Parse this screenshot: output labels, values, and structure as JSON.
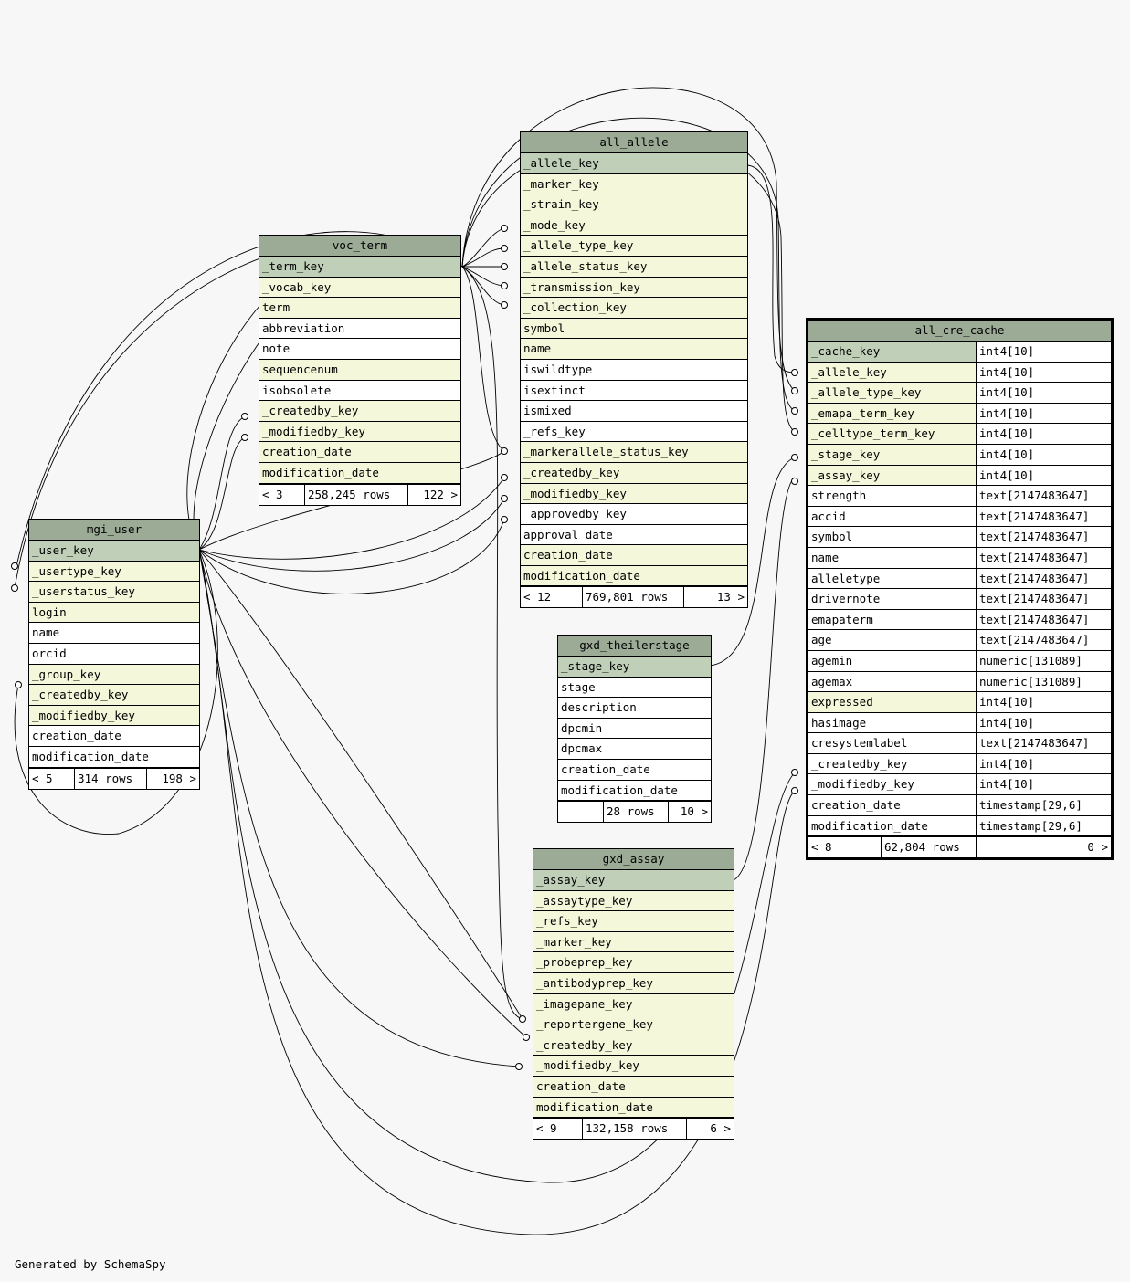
{
  "diagram": {
    "footer": "Generated by SchemaSpy",
    "tables": [
      {
        "id": "all_allele",
        "name": "all_allele",
        "columns": [
          {
            "name": "_allele_key",
            "kind": "pk"
          },
          {
            "name": "_marker_key",
            "kind": "fk"
          },
          {
            "name": "_strain_key",
            "kind": "fk"
          },
          {
            "name": "_mode_key",
            "kind": "fk"
          },
          {
            "name": "_allele_type_key",
            "kind": "fk"
          },
          {
            "name": "_allele_status_key",
            "kind": "fk"
          },
          {
            "name": "_transmission_key",
            "kind": "fk"
          },
          {
            "name": "_collection_key",
            "kind": "fk"
          },
          {
            "name": "symbol",
            "kind": "fk"
          },
          {
            "name": "name",
            "kind": "fk"
          },
          {
            "name": "iswildtype",
            "kind": "plain"
          },
          {
            "name": "isextinct",
            "kind": "plain"
          },
          {
            "name": "ismixed",
            "kind": "plain"
          },
          {
            "name": "_refs_key",
            "kind": "plain"
          },
          {
            "name": "_markerallele_status_key",
            "kind": "fk"
          },
          {
            "name": "_createdby_key",
            "kind": "fk"
          },
          {
            "name": "_modifiedby_key",
            "kind": "fk"
          },
          {
            "name": "_approvedby_key",
            "kind": "plain"
          },
          {
            "name": "approval_date",
            "kind": "plain"
          },
          {
            "name": "creation_date",
            "kind": "fk"
          },
          {
            "name": "modification_date",
            "kind": "fk"
          }
        ],
        "footer": [
          "< 12",
          "769,801 rows",
          "13 >"
        ]
      },
      {
        "id": "voc_term",
        "name": "voc_term",
        "columns": [
          {
            "name": "_term_key",
            "kind": "pk"
          },
          {
            "name": "_vocab_key",
            "kind": "fk"
          },
          {
            "name": "term",
            "kind": "fk"
          },
          {
            "name": "abbreviation",
            "kind": "plain"
          },
          {
            "name": "note",
            "kind": "plain"
          },
          {
            "name": "sequencenum",
            "kind": "fk"
          },
          {
            "name": "isobsolete",
            "kind": "plain"
          },
          {
            "name": "_createdby_key",
            "kind": "fk"
          },
          {
            "name": "_modifiedby_key",
            "kind": "fk"
          },
          {
            "name": "creation_date",
            "kind": "fk"
          },
          {
            "name": "modification_date",
            "kind": "fk"
          }
        ],
        "footer": [
          "< 3",
          "258,245 rows",
          "122 >"
        ]
      },
      {
        "id": "mgi_user",
        "name": "mgi_user",
        "columns": [
          {
            "name": "_user_key",
            "kind": "pk"
          },
          {
            "name": "_usertype_key",
            "kind": "fk"
          },
          {
            "name": "_userstatus_key",
            "kind": "fk"
          },
          {
            "name": "login",
            "kind": "fk"
          },
          {
            "name": "name",
            "kind": "plain"
          },
          {
            "name": "orcid",
            "kind": "plain"
          },
          {
            "name": "_group_key",
            "kind": "fk"
          },
          {
            "name": "_createdby_key",
            "kind": "fk"
          },
          {
            "name": "_modifiedby_key",
            "kind": "fk"
          },
          {
            "name": "creation_date",
            "kind": "plain"
          },
          {
            "name": "modification_date",
            "kind": "plain"
          }
        ],
        "footer": [
          "< 5",
          "314 rows",
          "198 >"
        ]
      },
      {
        "id": "gxd_theilerstage",
        "name": "gxd_theilerstage",
        "columns": [
          {
            "name": "_stage_key",
            "kind": "pk"
          },
          {
            "name": "stage",
            "kind": "plain"
          },
          {
            "name": "description",
            "kind": "plain"
          },
          {
            "name": "dpcmin",
            "kind": "plain"
          },
          {
            "name": "dpcmax",
            "kind": "plain"
          },
          {
            "name": "creation_date",
            "kind": "plain"
          },
          {
            "name": "modification_date",
            "kind": "plain"
          }
        ],
        "footer": [
          "",
          "28 rows",
          "10 >"
        ]
      },
      {
        "id": "gxd_assay",
        "name": "gxd_assay",
        "columns": [
          {
            "name": "_assay_key",
            "kind": "pk"
          },
          {
            "name": "_assaytype_key",
            "kind": "fk"
          },
          {
            "name": "_refs_key",
            "kind": "fk"
          },
          {
            "name": "_marker_key",
            "kind": "fk"
          },
          {
            "name": "_probeprep_key",
            "kind": "fk"
          },
          {
            "name": "_antibodyprep_key",
            "kind": "fk"
          },
          {
            "name": "_imagepane_key",
            "kind": "fk"
          },
          {
            "name": "_reportergene_key",
            "kind": "fk"
          },
          {
            "name": "_createdby_key",
            "kind": "fk"
          },
          {
            "name": "_modifiedby_key",
            "kind": "fk"
          },
          {
            "name": "creation_date",
            "kind": "fk"
          },
          {
            "name": "modification_date",
            "kind": "fk"
          }
        ],
        "footer": [
          "< 9",
          "132,158 rows",
          "6 >"
        ]
      },
      {
        "id": "all_cre_cache",
        "name": "all_cre_cache",
        "focus": true,
        "columns": [
          {
            "name": "_cache_key",
            "type": "int4[10]",
            "kind": "pk"
          },
          {
            "name": "_allele_key",
            "type": "int4[10]",
            "kind": "fk"
          },
          {
            "name": "_allele_type_key",
            "type": "int4[10]",
            "kind": "fk"
          },
          {
            "name": "_emapa_term_key",
            "type": "int4[10]",
            "kind": "fk"
          },
          {
            "name": "_celltype_term_key",
            "type": "int4[10]",
            "kind": "fk"
          },
          {
            "name": "_stage_key",
            "type": "int4[10]",
            "kind": "fk"
          },
          {
            "name": "_assay_key",
            "type": "int4[10]",
            "kind": "fk"
          },
          {
            "name": "strength",
            "type": "text[2147483647]",
            "kind": "plain"
          },
          {
            "name": "accid",
            "type": "text[2147483647]",
            "kind": "plain"
          },
          {
            "name": "symbol",
            "type": "text[2147483647]",
            "kind": "plain"
          },
          {
            "name": "name",
            "type": "text[2147483647]",
            "kind": "plain"
          },
          {
            "name": "alleletype",
            "type": "text[2147483647]",
            "kind": "plain"
          },
          {
            "name": "drivernote",
            "type": "text[2147483647]",
            "kind": "plain"
          },
          {
            "name": "emapaterm",
            "type": "text[2147483647]",
            "kind": "plain"
          },
          {
            "name": "age",
            "type": "text[2147483647]",
            "kind": "plain"
          },
          {
            "name": "agemin",
            "type": "numeric[131089]",
            "kind": "plain"
          },
          {
            "name": "agemax",
            "type": "numeric[131089]",
            "kind": "plain"
          },
          {
            "name": "expressed",
            "type": "int4[10]",
            "kind": "fk"
          },
          {
            "name": "hasimage",
            "type": "int4[10]",
            "kind": "plain"
          },
          {
            "name": "cresystemlabel",
            "type": "text[2147483647]",
            "kind": "plain"
          },
          {
            "name": "_createdby_key",
            "type": "int4[10]",
            "kind": "plain"
          },
          {
            "name": "_modifiedby_key",
            "type": "int4[10]",
            "kind": "plain"
          },
          {
            "name": "creation_date",
            "type": "timestamp[29,6]",
            "kind": "plain"
          },
          {
            "name": "modification_date",
            "type": "timestamp[29,6]",
            "kind": "plain"
          }
        ],
        "footer": [
          "< 8",
          "62,804 rows",
          "0 >"
        ]
      }
    ]
  }
}
